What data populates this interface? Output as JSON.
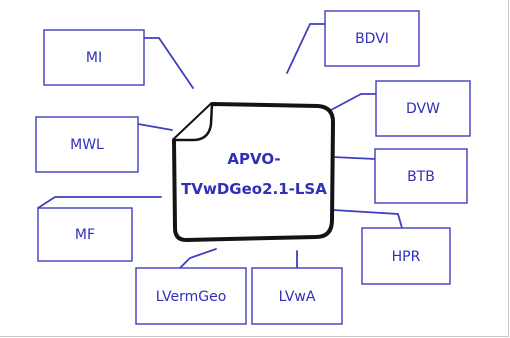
{
  "center": {
    "line1": "APVO-",
    "line2": "TVwDGeo2.1-LSA"
  },
  "nodes": {
    "mi": "MI",
    "bdvi": "BDVI",
    "dvw": "DVW",
    "mwl": "MWL",
    "btb": "BTB",
    "mf": "MF",
    "hpr": "HPR",
    "lvermgeo": "LVermGeo",
    "lvwa": "LVwA"
  },
  "colors": {
    "accent": "#3f3fc0",
    "label": "#3030b8",
    "document_outline": "#141414"
  }
}
